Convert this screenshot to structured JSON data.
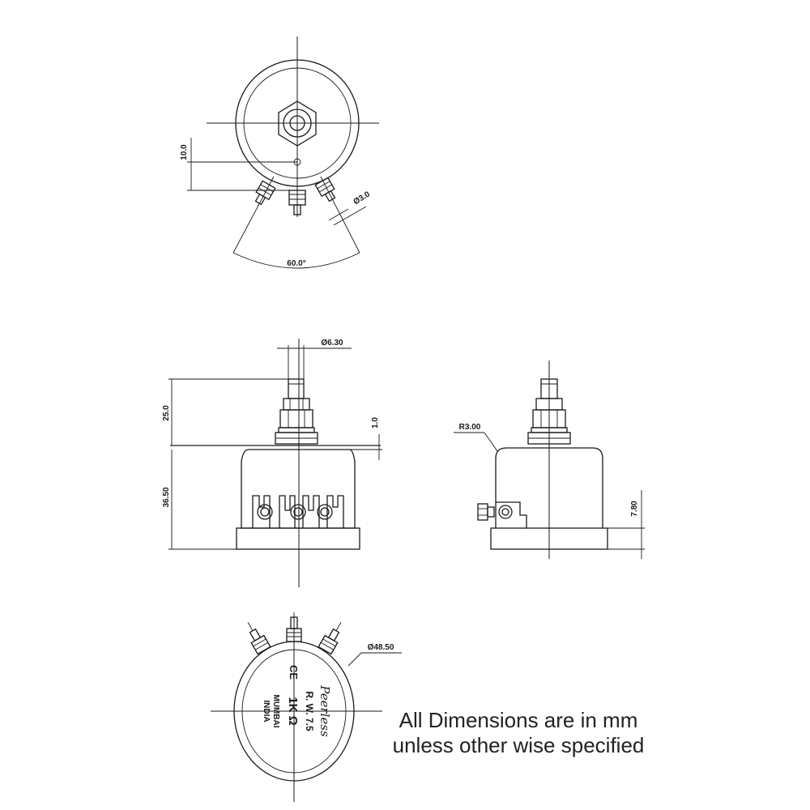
{
  "note": {
    "line1": "All Dimensions are in mm",
    "line2": "unless other wise specified"
  },
  "top_view": {
    "dim_offset": "10.0",
    "dim_terminal_dia": "Ø3.0",
    "dim_angle": "60.0°"
  },
  "front_view": {
    "dim_shaft_dia": "Ø6.30",
    "dim_shaft_length": "25.0",
    "dim_flat": "1.0",
    "dim_body_height": "36.50"
  },
  "side_view": {
    "dim_radius": "R3.00",
    "dim_terminal_height": "7.80"
  },
  "bottom_view": {
    "dim_body_dia": "Ø48.50",
    "brand_text": "Peerless",
    "rating_text": "R. W. 7.5",
    "value_text": "1K Ω",
    "ce_mark": "CE",
    "city_text": "MUMBAI",
    "country_text": "INDIA"
  }
}
